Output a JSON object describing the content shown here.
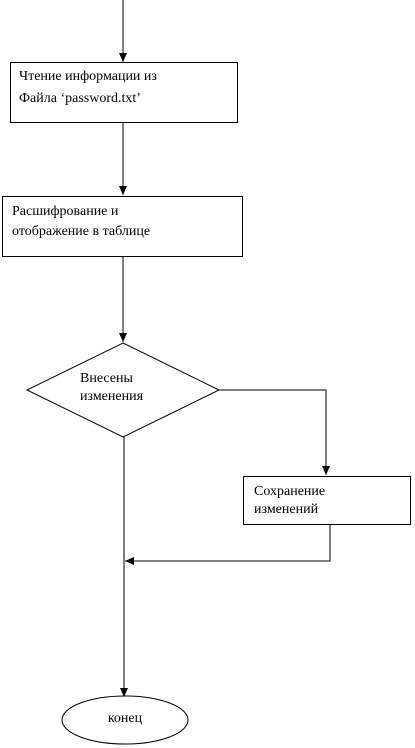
{
  "diagram": {
    "colors": {
      "line": "#000000",
      "fill": "#ffffff"
    },
    "nodes": {
      "read_file": {
        "line1": "Чтение информации из",
        "line2": "Файла ‘password.txt’"
      },
      "decrypt": {
        "line1": "Расшифрование и",
        "line2": "отображение в таблице"
      },
      "decision": {
        "line1": "Внесены",
        "line2": "изменения"
      },
      "save": {
        "line1": "Сохранение",
        "line2": "изменений"
      },
      "end": {
        "label": "конец"
      }
    }
  }
}
